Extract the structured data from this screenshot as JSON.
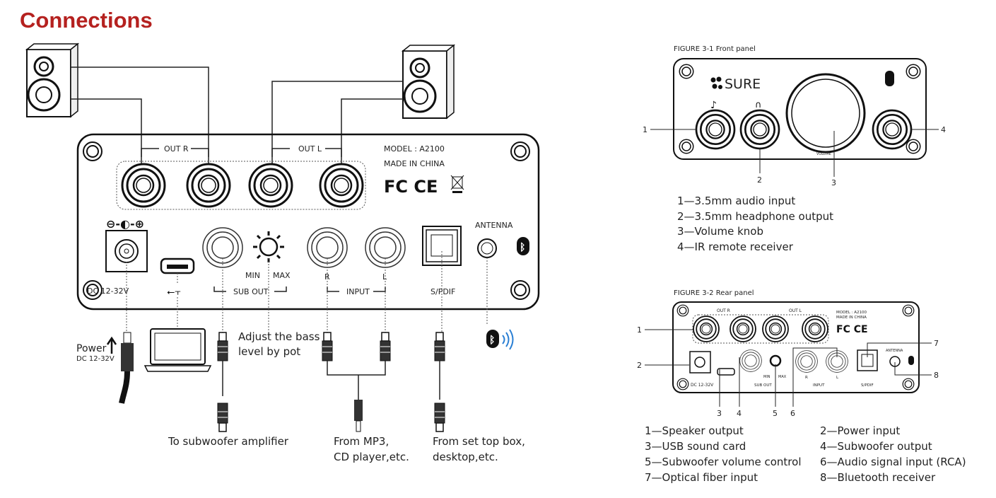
{
  "title": "Connections",
  "title_color": "#b5211f",
  "main_diagram": {
    "out_r": "OUT R",
    "out_l": "OUT L",
    "model": "MODEL : A2100",
    "made_in": "MADE IN CHINA",
    "marks": "FC CE",
    "dc": "DC 12-32V",
    "min": "MIN",
    "max": "MAX",
    "sub_out": "SUB OUT",
    "r": "R",
    "l": "L",
    "input": "INPUT",
    "spdif": "S/PDIF",
    "antenna": "ANTENNA",
    "power": "Power",
    "power_dc": "DC 12-32V",
    "adjust_1": "Adjust the bass",
    "adjust_2": "level by pot",
    "to_sub": "To subwoofer amplifier",
    "from_mp3_1": "From MP3,",
    "from_mp3_2": "CD player,etc.",
    "from_stb_1": "From set top box,",
    "from_stb_2": "desktop,etc.",
    "bluetooth_color": "#2a7fd4"
  },
  "front_panel": {
    "figure_title": "FIGURE 3-1 Front panel",
    "brand": "SURE",
    "volume": "VOLUME",
    "callouts": [
      "1",
      "2",
      "3",
      "4"
    ],
    "legend": [
      "1—3.5mm audio input",
      "2—3.5mm headphone output",
      "3—Volume knob",
      "4—IR remote receiver"
    ]
  },
  "rear_panel": {
    "figure_title": "FIGURE 3-2 Rear panel",
    "out_r": "OUT R",
    "out_l": "OUT L",
    "model": "MODEL : A2100",
    "made_in": "MADE IN CHINA",
    "dc": "DC 12-32V",
    "min": "MIN",
    "max": "MAX",
    "sub_out": "SUB OUT",
    "r": "R",
    "l": "L",
    "input": "INPUT",
    "spdif": "S/PDIF",
    "antenna": "ANTENNA",
    "callouts": [
      "1",
      "2",
      "3",
      "4",
      "5",
      "6",
      "7",
      "8"
    ],
    "legend": [
      "1—Speaker output",
      "2—Power input",
      "3—USB sound card",
      "4—Subwoofer output",
      "5—Subwoofer volume control",
      "6—Audio signal input (RCA)",
      "7—Optical fiber input",
      "8—Bluetooth receiver"
    ]
  }
}
